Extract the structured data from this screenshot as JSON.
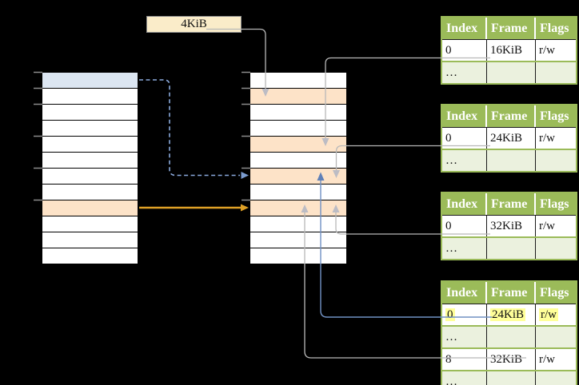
{
  "frame_size_label": "4KiB",
  "virtual_memory": {
    "description": "left memory column",
    "rows": [
      "blue",
      "white",
      "white",
      "white",
      "white",
      "white",
      "white",
      "white",
      "orange",
      "white",
      "white",
      "white"
    ]
  },
  "physical_memory": {
    "description": "middle memory column",
    "rows": [
      "white",
      "orange",
      "white",
      "white",
      "orange",
      "white",
      "orange",
      "white",
      "orange",
      "white",
      "white",
      "white"
    ]
  },
  "page_tables": [
    {
      "columns": [
        "Index",
        "Frame",
        "Flags"
      ],
      "rows": [
        {
          "cells": [
            "0",
            "16KiB",
            "r/w"
          ],
          "shaded": false,
          "highlight": false
        },
        {
          "cells": [
            "…",
            "",
            ""
          ],
          "shaded": true,
          "highlight": false
        }
      ]
    },
    {
      "columns": [
        "Index",
        "Frame",
        "Flags"
      ],
      "rows": [
        {
          "cells": [
            "0",
            "24KiB",
            "r/w"
          ],
          "shaded": false,
          "highlight": false
        },
        {
          "cells": [
            "…",
            "",
            ""
          ],
          "shaded": true,
          "highlight": false
        }
      ]
    },
    {
      "columns": [
        "Index",
        "Frame",
        "Flags"
      ],
      "rows": [
        {
          "cells": [
            "0",
            "32KiB",
            "r/w"
          ],
          "shaded": false,
          "highlight": false
        },
        {
          "cells": [
            "…",
            "",
            ""
          ],
          "shaded": true,
          "highlight": false
        }
      ]
    },
    {
      "columns": [
        "Index",
        "Frame",
        "Flags"
      ],
      "rows": [
        {
          "cells": [
            "0",
            "24KiB",
            "r/w"
          ],
          "shaded": false,
          "highlight": true
        },
        {
          "cells": [
            "…",
            "",
            ""
          ],
          "shaded": true,
          "highlight": false
        },
        {
          "cells": [
            "8",
            "32KiB",
            "r/w"
          ],
          "shaded": false,
          "highlight": false
        },
        {
          "cells": [
            "…",
            "",
            ""
          ],
          "shaded": true,
          "highlight": false
        }
      ]
    }
  ],
  "colors": {
    "background": "#000000",
    "table_green": "#9bbb59",
    "row_light_green": "#ebf1de",
    "highlight_yellow": "#ffff99",
    "page_blue": "#dce6f2",
    "frame_orange": "#fde3c8",
    "label_tan": "#faecc9",
    "arrow_gold": "#dfa126",
    "arrow_blue": "#6f8fc2",
    "arrow_dashed_blue": "#8aa9dc",
    "line_gray": "#b8b8b8"
  }
}
